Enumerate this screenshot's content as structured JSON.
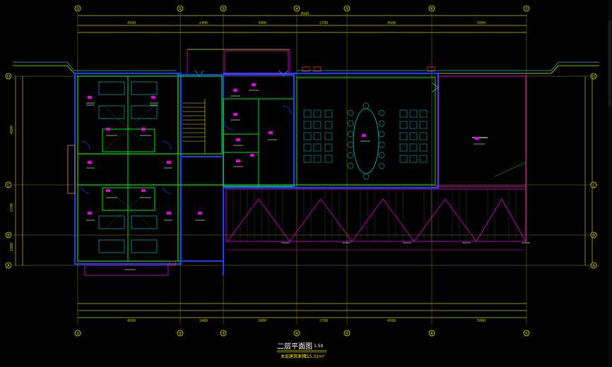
{
  "drawing": {
    "title": "二层平面图",
    "scale": "1:50",
    "area_label": "本层建筑面积：",
    "area_value": "315.32m²",
    "colors": {
      "background": "#000000",
      "axis": "#e6e600",
      "dimension": "#c8c800",
      "wall_green": "#00e600",
      "wall_blue": "#1e3cff",
      "wall_cyan": "#00c8c8",
      "accent_magenta": "#e600e6",
      "accent_red": "#ff2a2a",
      "text_white": "#ffffff",
      "teal_furniture": "#00a0a0"
    }
  },
  "grid": {
    "columns_top": [
      "①",
      "②",
      "③",
      "④",
      "⑤",
      "⑥",
      "⑦"
    ],
    "columns_bottom": [
      "①",
      "②",
      "③",
      "④",
      "⑤",
      "⑥",
      "⑦"
    ],
    "rows_left": [
      "D",
      "C",
      "B",
      "A"
    ],
    "rows_right": [
      "D",
      "C",
      "B",
      "A"
    ]
  }
}
